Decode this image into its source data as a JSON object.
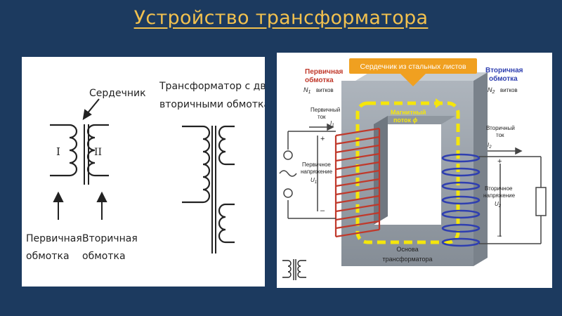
{
  "title": "Устройство трансформатора",
  "left": {
    "core_label": "Сердечник",
    "roman_primary": "I",
    "roman_secondary": "II",
    "primary_label_line1": "Первичная",
    "primary_label_line2": "обмотка",
    "secondary_label_line1": "Вторичная",
    "secondary_label_line1_alt": "Вторичная",
    "secondary_label_line2": "обмотка",
    "two_secondary_line1": "Трансформатор с двумя",
    "two_secondary_line2": "вторичными обмотками"
  },
  "right": {
    "banner": "Сердечник из стальных листов",
    "primary_winding_line1": "Первичная",
    "primary_winding_line2": "обмотка",
    "n1_symbol": "N",
    "n1_sub": "1",
    "turns": "витков",
    "secondary_winding_line1": "Вторичная",
    "secondary_winding_line2": "обмотка",
    "n2_symbol": "N",
    "n2_sub": "2",
    "turns2": "витков",
    "primary_current_line1": "Первичный",
    "primary_current_line2": "ток",
    "i1_symbol": "I",
    "i1_sub": "1",
    "primary_voltage_line1": "Первичное",
    "primary_voltage_line2": "напряжение",
    "u1_symbol": "U",
    "u1_sub": "1",
    "flux_line1": "Магнитный",
    "flux_line2": "поток",
    "flux_symbol": "ϕ",
    "secondary_current_line1": "Вторичный",
    "secondary_current_line2": "ток",
    "i2_symbol": "I",
    "i2_sub": "2",
    "secondary_voltage_line1": "Вторичное",
    "secondary_voltage_line2": "напряжение",
    "u2_symbol": "U",
    "u2_sub": "2",
    "base_line1": "Основа",
    "base_line2": "трансформатора",
    "plus": "+",
    "minus": "–",
    "plus2": "+",
    "minus2": "–"
  },
  "colors": {
    "background": "#1c3a5f",
    "title": "#f2c14e",
    "core": "#9aa3ad",
    "primary_coil": "#c0392b",
    "secondary_coil": "#2f3fb0",
    "flux": "#f5e60b",
    "banner": "#f0a020"
  }
}
